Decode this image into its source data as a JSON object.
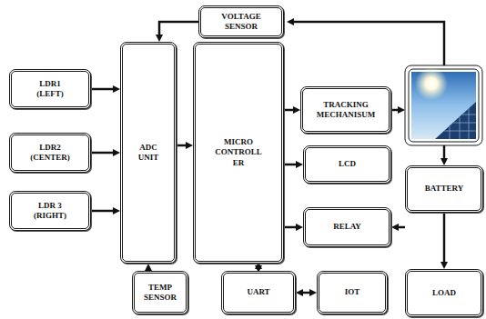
{
  "diagram": {
    "nodes": [
      {
        "text": [
          "VOLTAGE SENSOR"
        ]
      },
      {
        "text": [
          "LDR1 (LEFT)"
        ]
      },
      {
        "text": [
          "ADC UNIT"
        ]
      },
      {
        "text": [
          "MICRO CONTROLL ER"
        ]
      },
      {
        "text": [
          "TRACKING MECHANISUM"
        ]
      },
      {
        "text": [
          "LDR2 (CENTER)"
        ]
      },
      {
        "text": [
          "LCD"
        ]
      },
      {
        "text": [
          "BATTERY"
        ]
      },
      {
        "text": [
          "LDR 3 (RIGHT)"
        ]
      },
      {
        "text": [
          "RELAY"
        ]
      },
      {
        "text": [
          "TEMP SENSOR"
        ]
      },
      {
        "text": [
          "UART"
        ]
      },
      {
        "text": [
          "IOT"
        ]
      },
      {
        "text": [
          "LOAD"
        ]
      }
    ],
    "edges": [
      {
        "from": 1,
        "to": 2,
        "arrow": "to"
      },
      {
        "from": 5,
        "to": 2,
        "arrow": "to"
      },
      {
        "from": 8,
        "to": 2,
        "arrow": "to"
      },
      {
        "from": 0,
        "to": 2,
        "arrow": "to"
      },
      {
        "from": 10,
        "to": 2,
        "arrow": "to"
      },
      {
        "from": 2,
        "to": 3,
        "arrow": "to"
      },
      {
        "from": 3,
        "to": 4,
        "arrow": "to"
      },
      {
        "from": 3,
        "to": 6,
        "arrow": "to"
      },
      {
        "from": 3,
        "to": 9,
        "arrow": "to"
      },
      {
        "from": 3,
        "to": 11,
        "arrow": "both"
      },
      {
        "from": 11,
        "to": 12,
        "arrow": "both"
      },
      {
        "from": 7,
        "to": 9,
        "arrow": "to"
      },
      {
        "from": 7,
        "to": 13,
        "arrow": "to"
      }
    ]
  }
}
